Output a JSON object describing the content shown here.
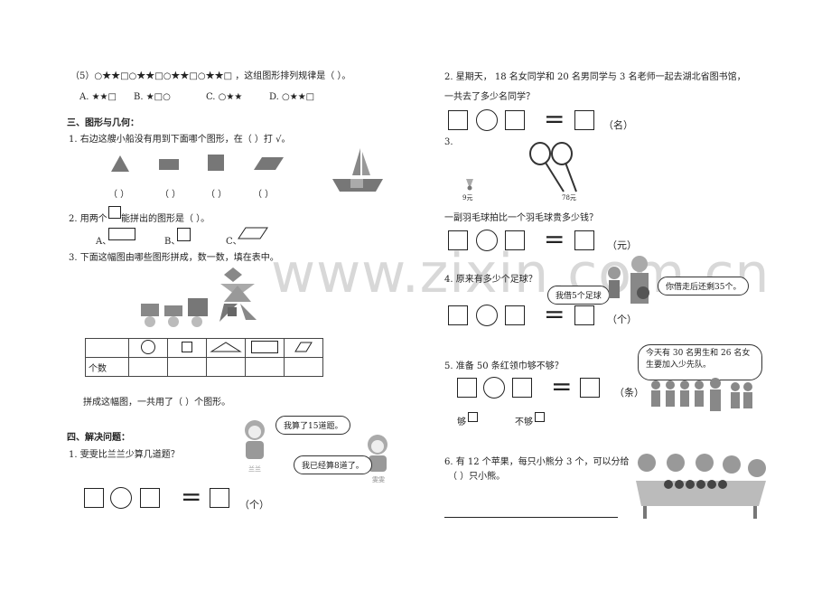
{
  "watermark": "www.zixin.com.cn",
  "left": {
    "q5_pattern": "（5）○★★□○★★□○★★□○★★□ ，这组图形排列规律是（   ）。",
    "q5_options": [
      "A. ★★□",
      "B. ★□○",
      "C. ○★★",
      "D. ○★★□"
    ],
    "sec3_title": "三、图形与几何：",
    "s3q1": "1. 右边这艘小船没有用到下面哪个图形，在（    ）打 √。",
    "blank": "（    ）",
    "s3q2_pre": "2. 用两个",
    "s3q2_post": "能拼出的图形是（    ）。",
    "s3q2_opts": [
      "A、",
      "B、",
      "C、"
    ],
    "s3q3": "3. 下面这幅图由哪些图形拼成，数一数，填在表中。",
    "table_row2_label": "个数",
    "s3q3_total": "拼成这幅图，一共用了（      ）个图形。",
    "sec4_title": "四、解决问题：",
    "s4q1": "1. 雯雯比兰兰少算几道题？",
    "bubble1": "我算了15道题。",
    "bubble2": "我已经算8道了。",
    "name1": "兰兰",
    "name2": "雯雯",
    "unit_ge": "（个）"
  },
  "right": {
    "q2_line1": "2. 星期天，  18 名女同学和 20 名男同学与 3 名老师一起去湖北省图书馆，",
    "q2_line2": "一共去了多少名同学？",
    "unit_ming": "（名）",
    "q3_num": "3.",
    "price_ball": "9元",
    "price_racket": "78元",
    "q3_text": "一副羽毛球拍比一个羽毛球贵多少钱？",
    "unit_yuan": "（元）",
    "q4_text": "4. 原来有多少个足球？",
    "bubble_borrow": "我借5个足球",
    "bubble_left": "你借走后还剩35个。",
    "unit_ge": "（个）",
    "q5_text": "5.  准备 50 条红领巾够不够？",
    "bubble_pioneer": "今天有 30 名男生和 26 名女生要加入少先队。",
    "unit_tiao": "（条）",
    "enough": "够",
    "not_enough": "不够",
    "q6_line1": "6. 有 12 个苹果，每只小熊分 3 个，可以分给",
    "q6_line2": "（    ）只小熊。"
  }
}
